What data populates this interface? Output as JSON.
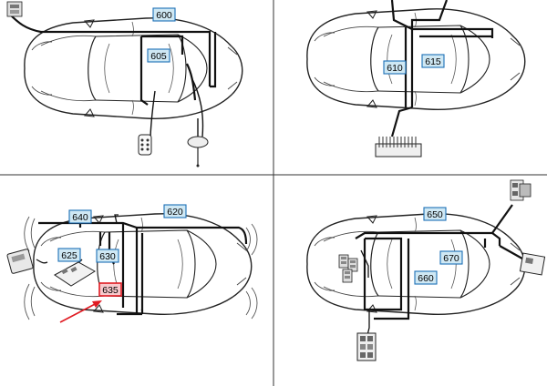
{
  "colors": {
    "label_fill": "#cfe8f4",
    "label_border": "#1d6fb6",
    "highlight_border": "#e01b22",
    "highlight_fill": "#f8c9cc",
    "wire": "#111111",
    "outline": "#222222",
    "arrow": "#e01b22"
  },
  "panels": [
    {
      "id": "top-left",
      "labels": [
        {
          "text": "600",
          "highlight": false
        },
        {
          "text": "605",
          "highlight": false
        }
      ]
    },
    {
      "id": "top-right",
      "labels": [
        {
          "text": "610",
          "highlight": false
        },
        {
          "text": "615",
          "highlight": false
        }
      ]
    },
    {
      "id": "bottom-left",
      "labels": [
        {
          "text": "640",
          "highlight": false
        },
        {
          "text": "620",
          "highlight": false
        },
        {
          "text": "625",
          "highlight": false
        },
        {
          "text": "630",
          "highlight": false
        },
        {
          "text": "635",
          "highlight": true
        }
      ]
    },
    {
      "id": "bottom-right",
      "labels": [
        {
          "text": "650",
          "highlight": false
        },
        {
          "text": "670",
          "highlight": false
        },
        {
          "text": "660",
          "highlight": false
        }
      ]
    }
  ]
}
